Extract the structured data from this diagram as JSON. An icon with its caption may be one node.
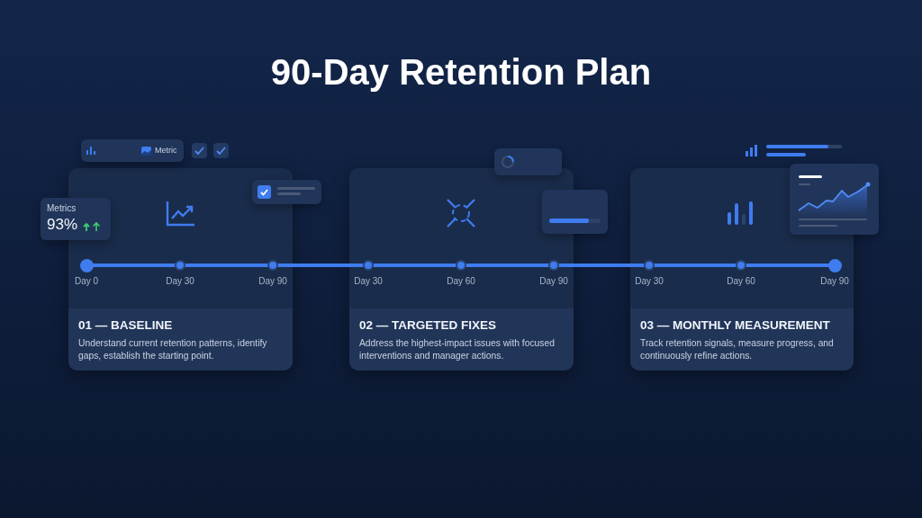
{
  "diagram": {
    "title": "90-Day Retention Plan",
    "nodes": [
      {
        "text": [
          "01 — BASELINE",
          "Understand current retention patterns, identify gaps, establish the starting point."
        ]
      },
      {
        "text": [],
        "shape": "circle",
        "in": 0,
        "beside": [
          "Day 0"
        ]
      },
      {
        "text": [],
        "shape": "circle",
        "in": 0,
        "beside": [
          "Day 30"
        ]
      },
      {
        "text": [],
        "shape": "circle",
        "in": 0,
        "beside": [
          "Day 90"
        ]
      },
      {
        "text": [
          "02 — TARGETED FIXES",
          "Address the highest-impact issues with focused interventions and manager actions."
        ]
      },
      {
        "text": [],
        "shape": "circle",
        "in": 4,
        "beside": [
          "Day 30"
        ]
      },
      {
        "text": [],
        "shape": "circle",
        "in": 4,
        "beside": [
          "Day 60"
        ]
      },
      {
        "text": [],
        "shape": "circle",
        "in": 4,
        "beside": [
          "Day 90"
        ]
      },
      {
        "text": [
          "03 — MONTHLY MEASUREMENT",
          "Track retention signals, measure progress, and continuously refine actions."
        ]
      },
      {
        "text": [],
        "shape": "circle",
        "in": 8,
        "beside": [
          "Day 30"
        ]
      },
      {
        "text": [],
        "shape": "circle",
        "in": 8,
        "beside": [
          "Day 60"
        ]
      },
      {
        "text": [],
        "shape": "circle",
        "in": 8,
        "beside": [
          "Day 90"
        ]
      },
      {
        "text": [
          "Metrics",
          "93%"
        ]
      },
      {
        "text": [],
        "shape": "box"
      },
      {
        "text": [],
        "shape": "box"
      },
      {
        "text": [],
        "shape": "box"
      },
      {
        "text": [],
        "shape": "box"
      }
    ],
    "edges": [
      {
        "from": 1,
        "to": 2,
        "arrow": "none"
      },
      {
        "from": 2,
        "to": 3,
        "arrow": "none"
      },
      {
        "from": 3,
        "to": 5,
        "arrow": "none"
      },
      {
        "from": 5,
        "to": 6,
        "arrow": "none"
      },
      {
        "from": 6,
        "to": 7,
        "arrow": "none"
      },
      {
        "from": 7,
        "to": 9,
        "arrow": "none"
      },
      {
        "from": 9,
        "to": 10,
        "arrow": "none"
      },
      {
        "from": 10,
        "to": 11,
        "arrow": "none"
      }
    ],
    "labels": [
      "Metric"
    ]
  }
}
